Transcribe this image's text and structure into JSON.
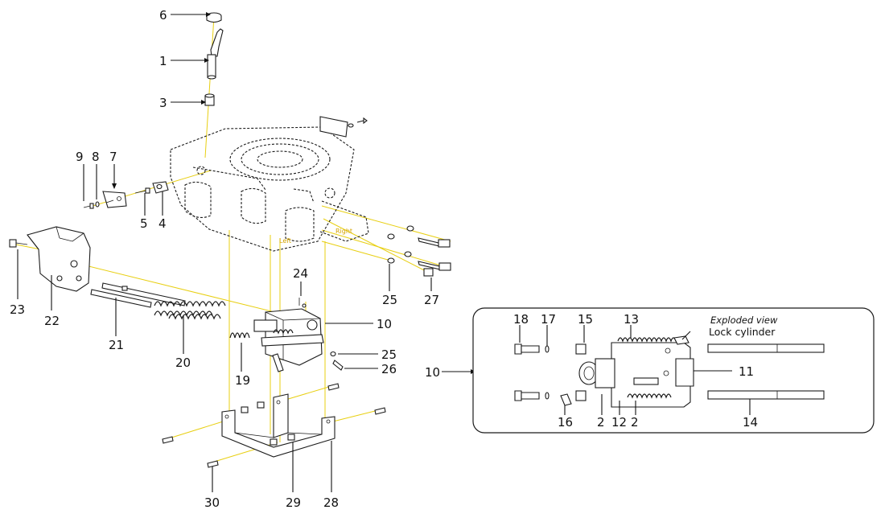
{
  "callouts": {
    "c1": "1",
    "c2a": "2",
    "c2b": "2",
    "c3": "3",
    "c4": "4",
    "c5": "5",
    "c6": "6",
    "c7": "7",
    "c8": "8",
    "c9": "9",
    "c10a": "10",
    "c10b": "10",
    "c11": "11",
    "c12": "12",
    "c13": "13",
    "c14": "14",
    "c15": "15",
    "c16": "16",
    "c17": "17",
    "c18": "18",
    "c19": "19",
    "c20": "20",
    "c21": "21",
    "c22": "22",
    "c23": "23",
    "c24": "24",
    "c25a": "25",
    "c25b": "25",
    "c26": "26",
    "c27": "27",
    "c28": "28",
    "c29": "29",
    "c30": "30"
  },
  "inset": {
    "title": "Exploded view",
    "subtitle": "Lock cylinder"
  },
  "labels": {
    "left": "Left",
    "right": "Right"
  },
  "colors": {
    "guide": "#e8cf12",
    "line": "#1b1b1b"
  }
}
